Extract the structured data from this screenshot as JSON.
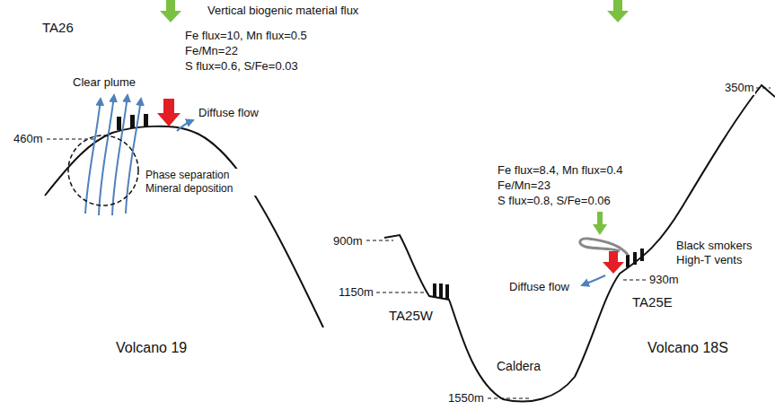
{
  "diagram": {
    "nodes": [
      {
        "text": [
          "Phase separation Mineral deposition"
        ]
      }
    ],
    "labels": [
      "Vertical biogenic material flux",
      "TA26",
      "Clear plume",
      "Fe flux=10, Mn flux=0.5",
      "Fe/Mn=22",
      "S flux=0.6, S/Fe=0.03",
      "Diffuse flow",
      "460m",
      "Volcano 19",
      "350m",
      "Fe flux=8.4, Mn flux=0.4",
      "Fe/Mn=23",
      "S flux=0.8, S/Fe=0.06",
      "900m",
      "Black smokers High-T vents",
      "1150m",
      "Diffuse flow",
      "930m",
      "TA25W",
      "TA25E",
      "Caldera",
      "Volcano 18S",
      "1550m"
    ]
  }
}
